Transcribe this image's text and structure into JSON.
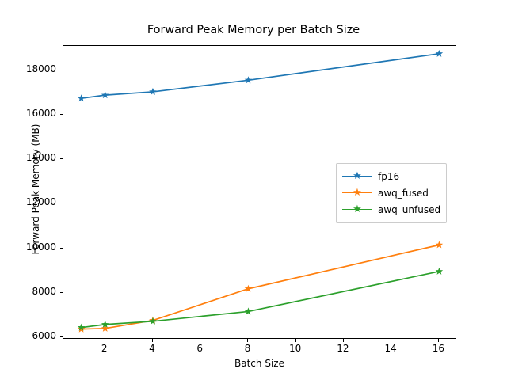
{
  "chart_data": {
    "type": "line",
    "title": "Forward Peak Memory per Batch Size",
    "xlabel": "Batch Size",
    "ylabel": "Forward Peak Memory (MB)",
    "x": [
      1,
      2,
      4,
      8,
      16
    ],
    "xlim": [
      0.25,
      16.75
    ],
    "ylim": [
      5895,
      19090
    ],
    "xticks": [
      2,
      4,
      6,
      8,
      10,
      12,
      14,
      16
    ],
    "xticklabels": [
      "2",
      "4",
      "6",
      "8",
      "10",
      "12",
      "14",
      "16"
    ],
    "yticks": [
      6000,
      8000,
      10000,
      12000,
      14000,
      16000,
      18000
    ],
    "yticklabels": [
      "6000",
      "8000",
      "10000",
      "12000",
      "14000",
      "16000",
      "18000"
    ],
    "grid": false,
    "legend_position": "center right",
    "marker": "star",
    "series": [
      {
        "name": "fp16",
        "color": "#1f77b4",
        "values": [
          16735,
          16880,
          17030,
          17550,
          18740
        ]
      },
      {
        "name": "awq_fused",
        "color": "#ff7f0e",
        "values": [
          6370,
          6400,
          6760,
          8180,
          10150
        ]
      },
      {
        "name": "awq_unfused",
        "color": "#2ca02c",
        "values": [
          6440,
          6580,
          6720,
          7160,
          8960
        ]
      }
    ]
  }
}
